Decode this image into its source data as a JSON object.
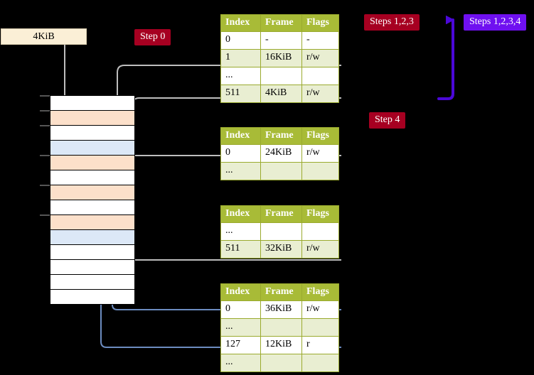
{
  "diagram": {
    "title_badges": {
      "step0": "Step 0",
      "steps123": "Steps 1,2,3",
      "steps1234": "Steps 1,2,3,4",
      "step4": "Step 4"
    },
    "colors": {
      "badge_red": "#a60021",
      "badge_violet": "#6f10f0",
      "table_header": "#a8bb37",
      "table_alt_row": "#e9eed2",
      "highlight": "#f7f59b",
      "memory_orange": "#fce0ca",
      "memory_blue": "#dce8f7",
      "kib_box": "#fbefd6",
      "wire_gray": "#bdbdbd",
      "wire_blue": "#6c8cc0",
      "background": "#000000"
    },
    "frame_label": "4KiB",
    "memory_rows": [
      {
        "fill": "white"
      },
      {
        "fill": "orange"
      },
      {
        "fill": "white"
      },
      {
        "fill": "blue"
      },
      {
        "fill": "orange"
      },
      {
        "fill": "white"
      },
      {
        "fill": "orange"
      },
      {
        "fill": "white"
      },
      {
        "fill": "orange"
      },
      {
        "fill": "blue"
      },
      {
        "fill": "white"
      },
      {
        "fill": "white"
      },
      {
        "fill": "white"
      },
      {
        "fill": "white"
      }
    ],
    "tables": [
      {
        "name": "page-table-level-0",
        "columns": [
          "Index",
          "Frame",
          "Flags"
        ],
        "rows": [
          {
            "index": "0",
            "frame": "-",
            "flags": "-",
            "alt": false,
            "highlight": false
          },
          {
            "index": "1",
            "frame": "16KiB",
            "flags": "r/w",
            "alt": true,
            "highlight": false
          },
          {
            "index": "...",
            "frame": "",
            "flags": "",
            "alt": false,
            "highlight": false
          },
          {
            "index": "511",
            "frame": "4KiB",
            "flags": "r/w",
            "alt": true,
            "highlight": true
          }
        ]
      },
      {
        "name": "page-table-level-1",
        "columns": [
          "Index",
          "Frame",
          "Flags"
        ],
        "rows": [
          {
            "index": "0",
            "frame": "24KiB",
            "flags": "r/w",
            "alt": false,
            "highlight": false
          },
          {
            "index": "...",
            "frame": "",
            "flags": "",
            "alt": true,
            "highlight": false
          }
        ]
      },
      {
        "name": "page-table-level-2",
        "columns": [
          "Index",
          "Frame",
          "Flags"
        ],
        "rows": [
          {
            "index": "...",
            "frame": "",
            "flags": "",
            "alt": false,
            "highlight": false
          },
          {
            "index": "511",
            "frame": "32KiB",
            "flags": "r/w",
            "alt": true,
            "highlight": false
          }
        ]
      },
      {
        "name": "page-table-level-3",
        "columns": [
          "Index",
          "Frame",
          "Flags"
        ],
        "rows": [
          {
            "index": "0",
            "frame": "36KiB",
            "flags": "r/w",
            "alt": false,
            "highlight": false
          },
          {
            "index": "...",
            "frame": "",
            "flags": "",
            "alt": true,
            "highlight": false
          },
          {
            "index": "127",
            "frame": "12KiB",
            "flags": "r",
            "alt": false,
            "highlight": false
          },
          {
            "index": "...",
            "frame": "",
            "flags": "",
            "alt": true,
            "highlight": false
          }
        ]
      }
    ]
  }
}
